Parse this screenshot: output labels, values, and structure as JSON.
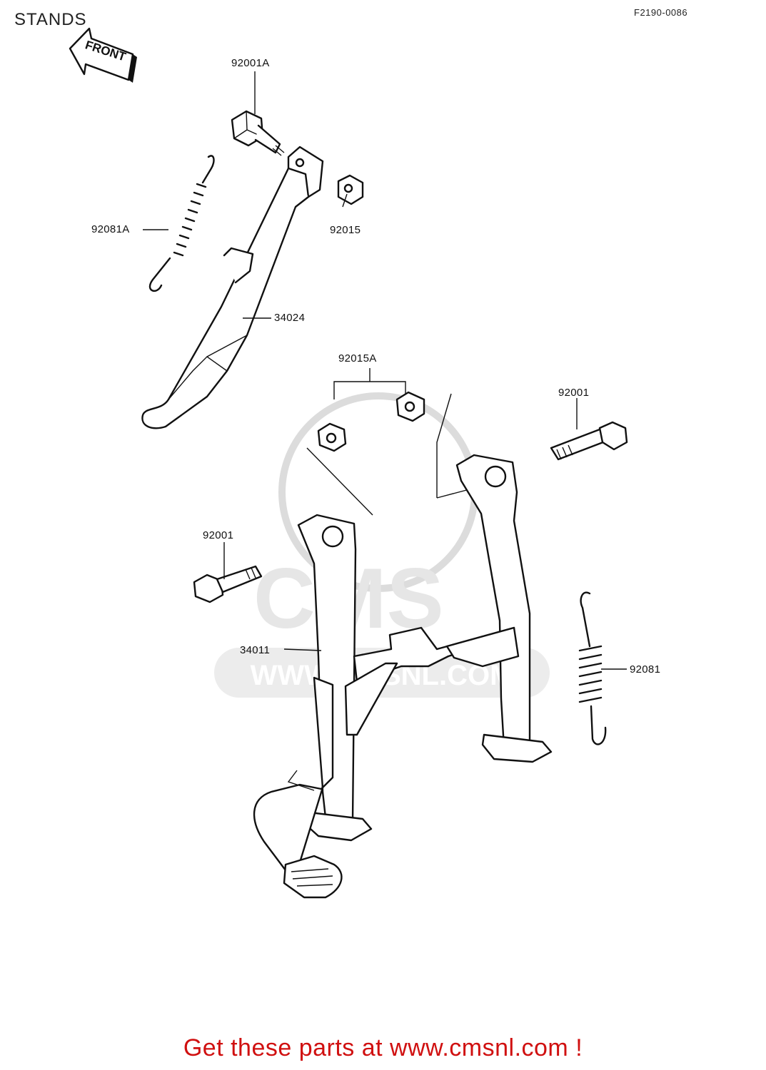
{
  "title": "STANDS",
  "diagram_code": "F2190-0086",
  "front_arrow_text": "FRONT",
  "watermark": {
    "logo_text": "CMS",
    "url_text": "WWW.CMSNL.COM"
  },
  "parts": {
    "p92001A": "92001A",
    "p92081A": "92081A",
    "p92015": "92015",
    "p34024": "34024",
    "p92015A": "92015A",
    "p92001_right": "92001",
    "p92001_left": "92001",
    "p34011": "34011",
    "p92081": "92081"
  },
  "footer_text": "Get these parts at www.cmsnl.com !"
}
